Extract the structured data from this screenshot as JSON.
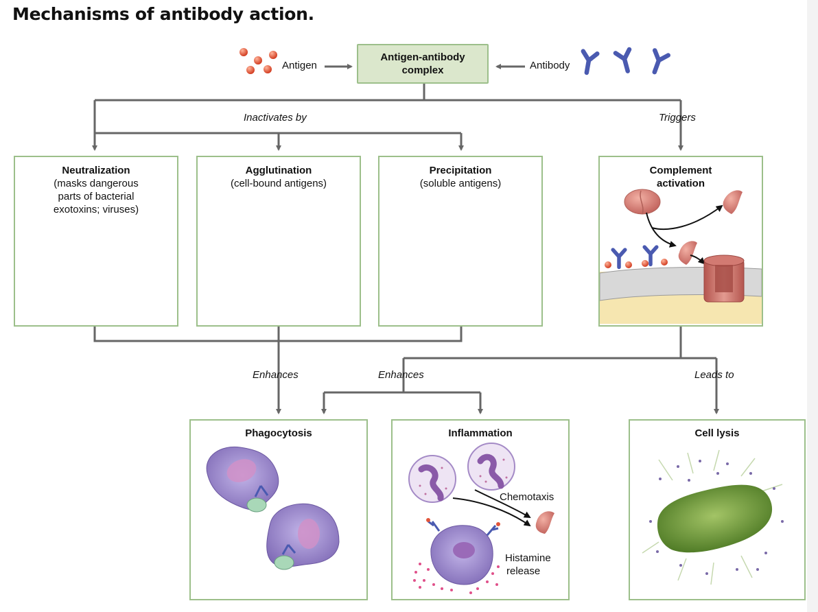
{
  "title": "Mechanisms of antibody action.",
  "top": {
    "antigen_label": "Antigen",
    "center_line1": "Antigen-antibody",
    "center_line2": "complex",
    "antibody_label": "Antibody"
  },
  "connectors": {
    "inactivates": "Inactivates by",
    "triggers": "Triggers",
    "enhances_left": "Enhances",
    "enhances_right": "Enhances",
    "leads_to": "Leads to"
  },
  "boxes": {
    "neutralization": {
      "title": "Neutralization",
      "sub1": "(masks dangerous",
      "sub2": "parts of bacterial",
      "sub3": "exotoxins; viruses)"
    },
    "agglutination": {
      "title": "Agglutination",
      "sub1": "(cell-bound antigens)"
    },
    "precipitation": {
      "title": "Precipitation",
      "sub1": "(soluble antigens)"
    },
    "complement": {
      "title1": "Complement",
      "title2": "activation"
    },
    "phagocytosis": {
      "title": "Phagocytosis"
    },
    "inflammation": {
      "title": "Inflammation",
      "chemotaxis": "Chemotaxis",
      "histamine1": "Histamine",
      "histamine2": "release"
    },
    "cell_lysis": {
      "title": "Cell lysis"
    }
  },
  "colors": {
    "box_border": "#9cbf8a",
    "center_fill": "#dbe7cc",
    "connector": "#666666",
    "antibody": "#4a5ab0",
    "antigen": "#e2553a",
    "rbc": "#c0504d",
    "virus": "#e0b030",
    "phagocyte": "#9a86c8",
    "bacterium": "#6e9a3a"
  }
}
